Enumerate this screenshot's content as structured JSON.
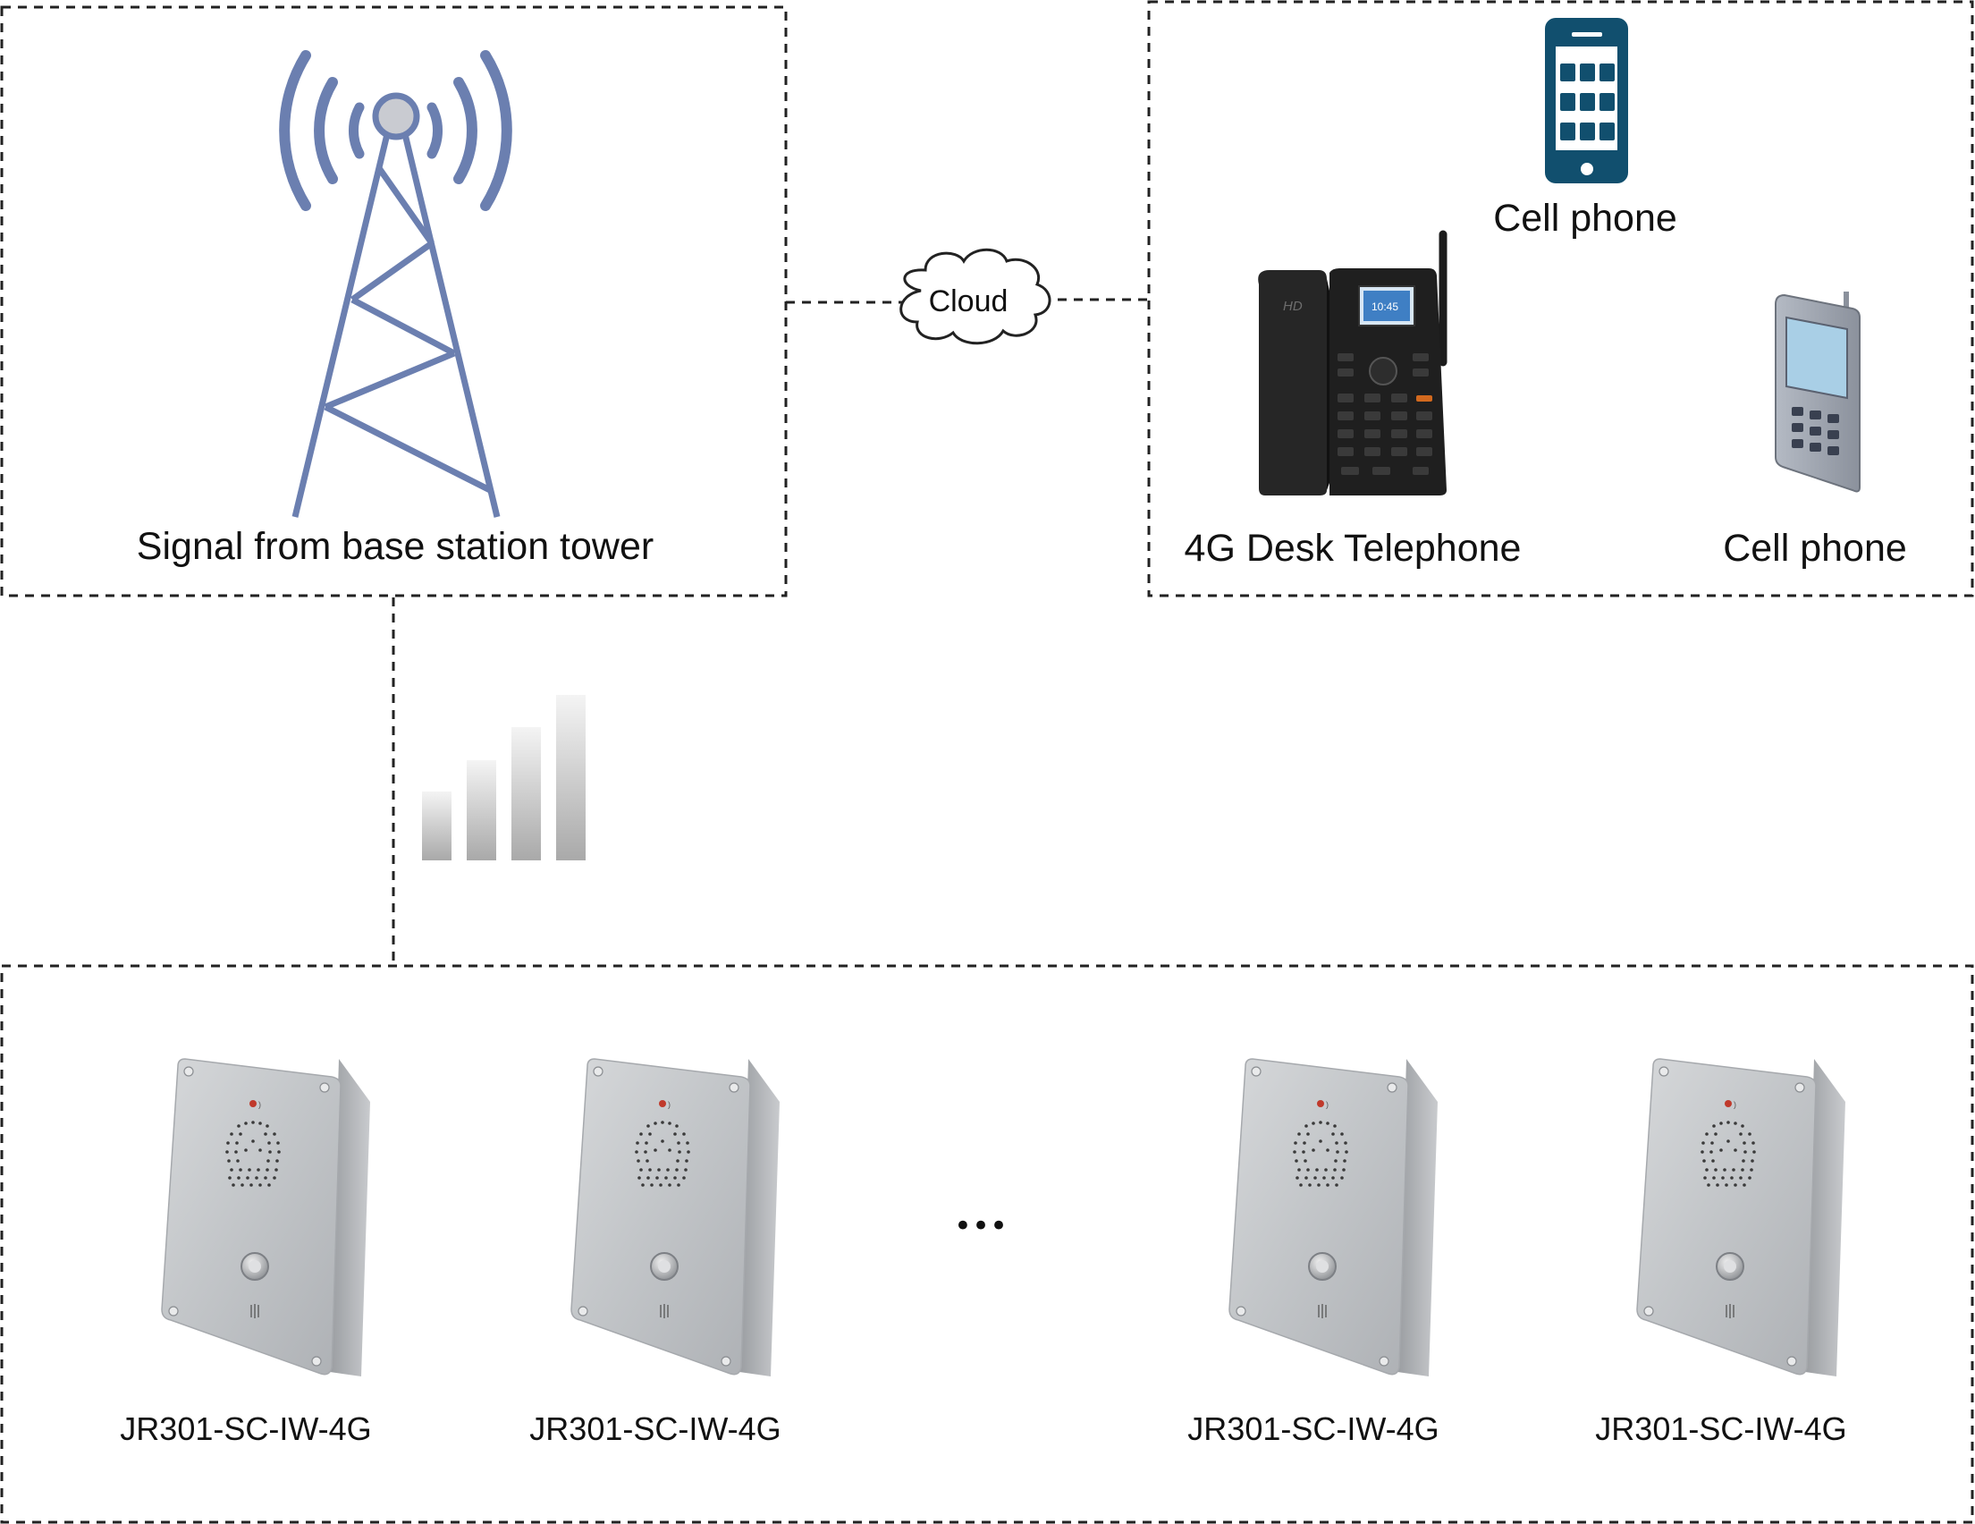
{
  "tower": {
    "label": "Signal from base station tower"
  },
  "cloud": {
    "label": "Cloud"
  },
  "receivers": {
    "desk_phone_label": "4G Desk Telephone",
    "smartphone_label": "Cell phone",
    "feature_phone_label": "Cell phone"
  },
  "intercoms": {
    "items": [
      {
        "label": "JR301-SC-IW-4G"
      },
      {
        "label": "JR301-SC-IW-4G"
      },
      {
        "label": "JR301-SC-IW-4G"
      },
      {
        "label": "JR301-SC-IW-4G"
      }
    ],
    "ellipsis": "•••"
  },
  "colors": {
    "tower": "#6b7fb0",
    "smartphone": "#114f6e",
    "border": "#222222",
    "feature_phone_body": "#9aa1ad",
    "feature_phone_screen": "#a9cfe6"
  },
  "icons": [
    "tower-icon",
    "cloud-icon",
    "signal-bars-icon",
    "desk-phone-icon",
    "smartphone-icon",
    "feature-phone-icon",
    "intercom-panel-icon"
  ]
}
